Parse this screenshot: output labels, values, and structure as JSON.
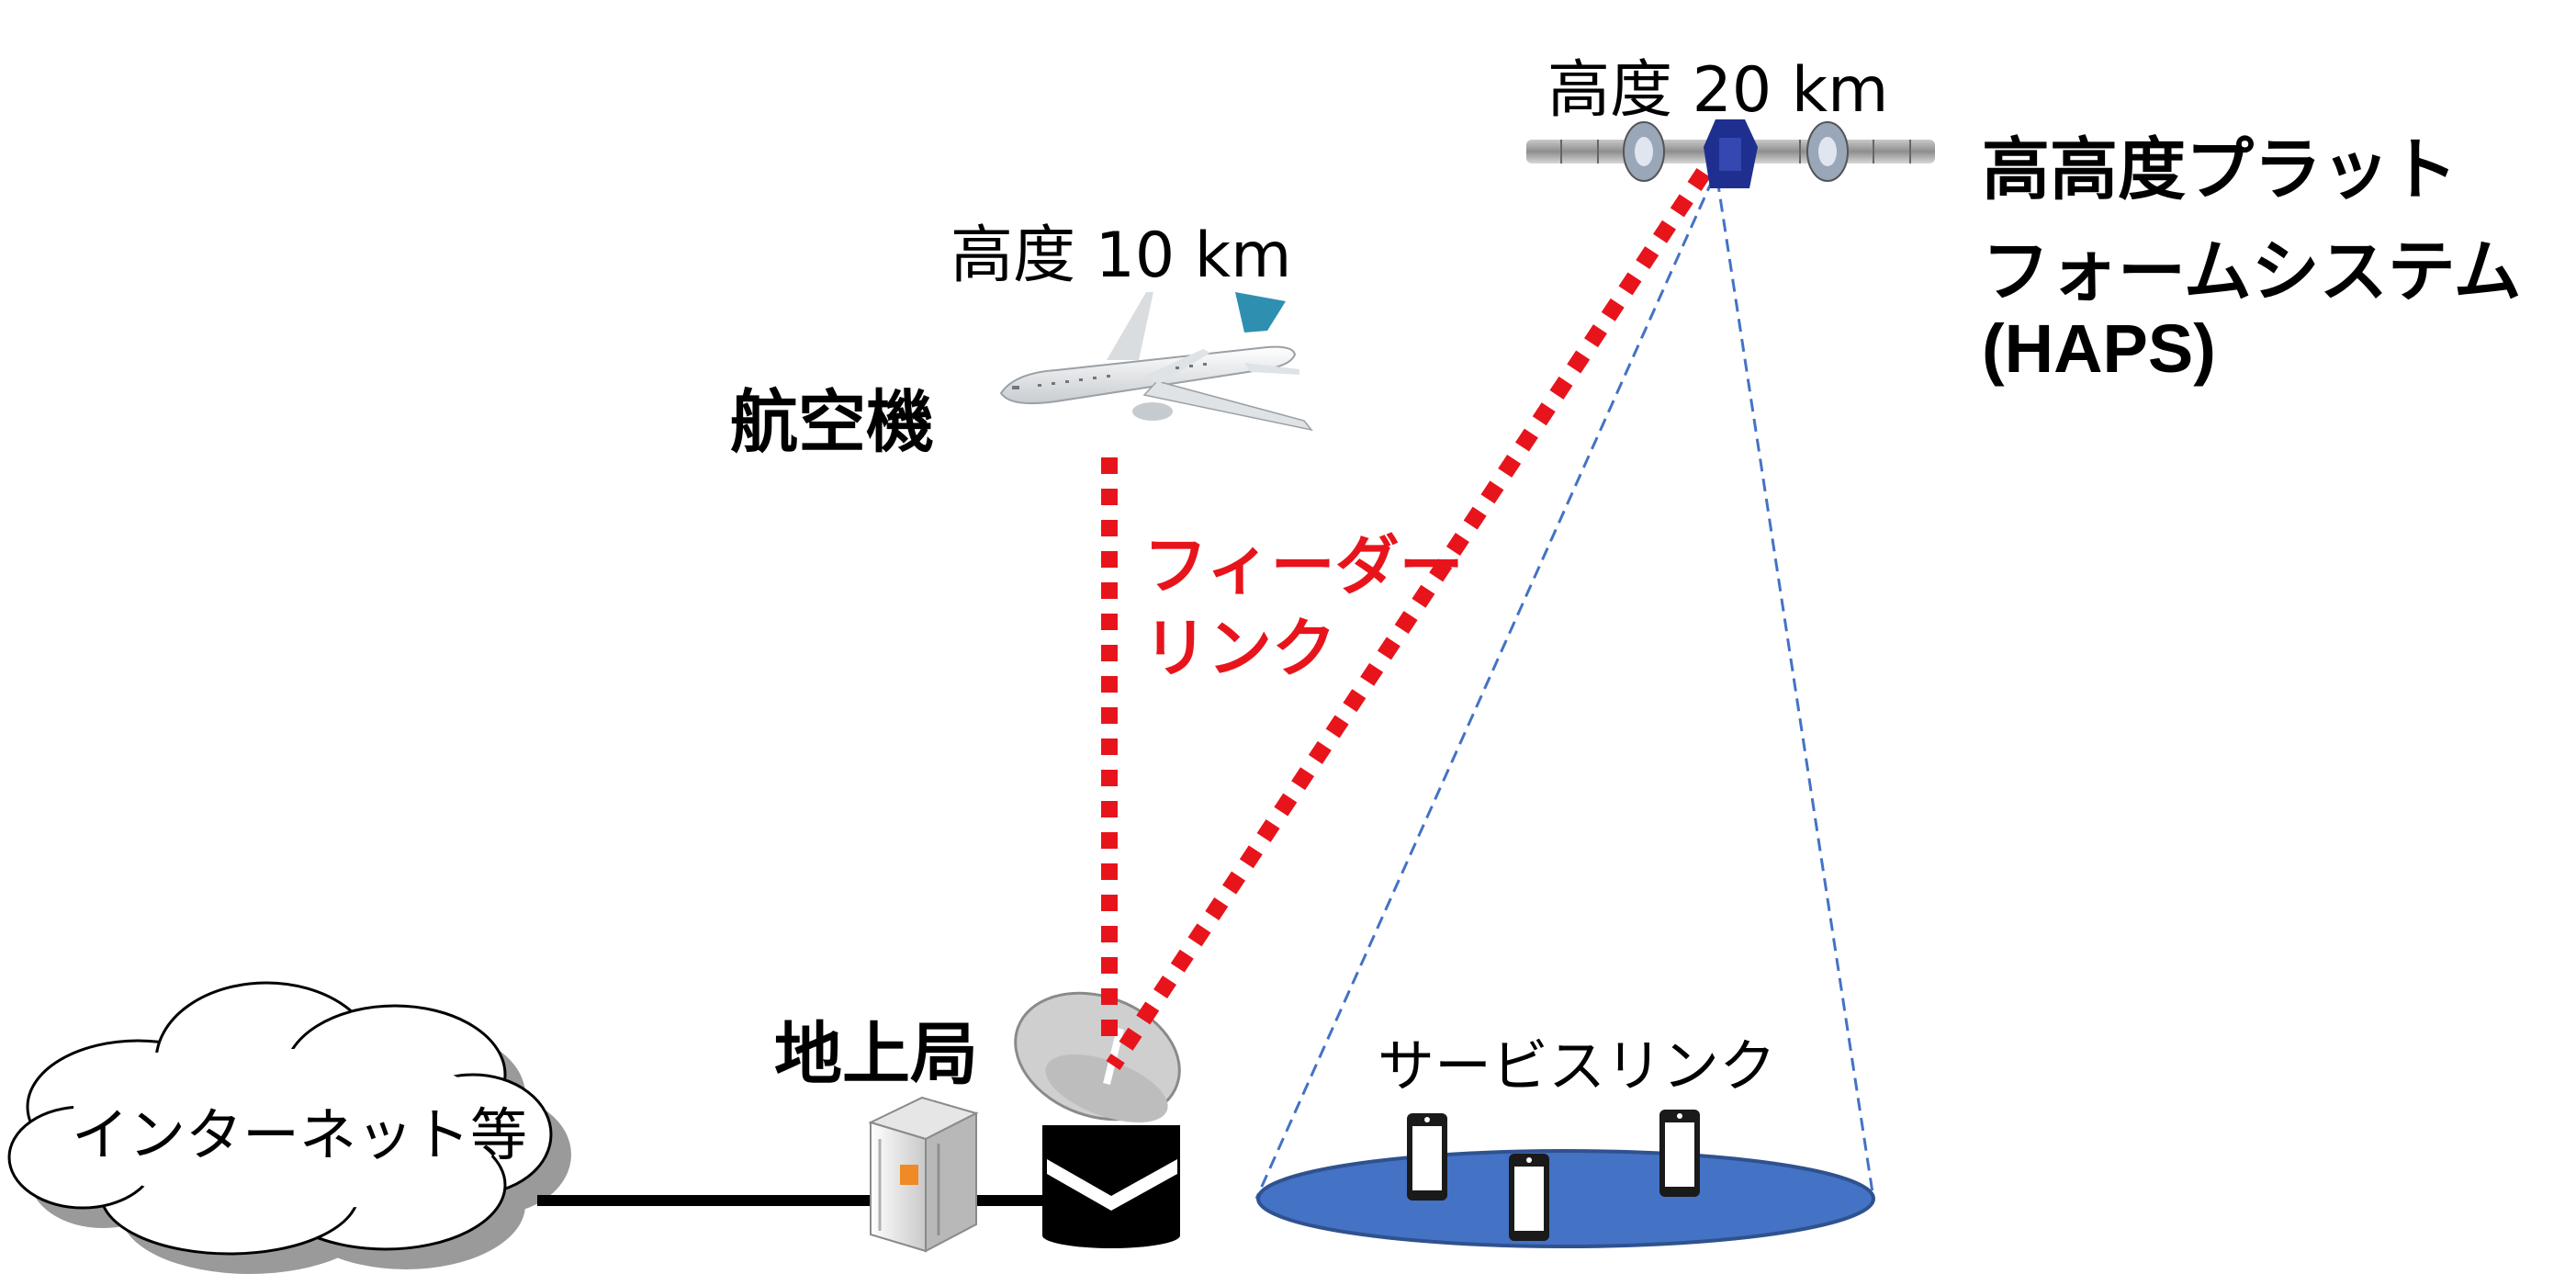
{
  "labels": {
    "alt_plane": "高度 10 km",
    "alt_haps": "高度 20 km",
    "aircraft": "航空機",
    "haps_line1": "高高度プラット",
    "haps_line2": "フォームシステム",
    "haps_line3": "(HAPS)",
    "feeder_line1": "フィーダー",
    "feeder_line2": "リンク",
    "ground_station": "地上局",
    "internet": "インターネット等",
    "service_link": "サービスリンク"
  },
  "colors": {
    "feeder_link": "#e8141c",
    "coverage_fill": "#4472c4",
    "coverage_stroke": "#2f528f",
    "beam_line": "#4472c4",
    "cable": "#000000",
    "cloud_shadow": "#9a9a9a"
  },
  "icons": {
    "aircraft": "airplane-icon",
    "haps": "haps-icon",
    "antenna": "parabolic-antenna-icon",
    "server": "server-icon",
    "cloud": "cloud-icon",
    "phone": "smartphone-icon"
  }
}
